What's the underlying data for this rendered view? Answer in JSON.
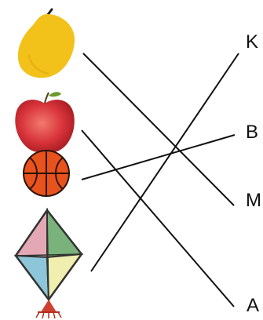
{
  "letters": [
    "K",
    "B",
    "M",
    "A"
  ],
  "pictures": [
    {
      "icon": "mango-icon"
    },
    {
      "icon": "apple-icon"
    },
    {
      "icon": "basketball-icon"
    },
    {
      "icon": "kite-icon"
    }
  ],
  "matches": [
    {
      "picture": "mango-icon",
      "letter": "M"
    },
    {
      "picture": "apple-icon",
      "letter": "A"
    },
    {
      "picture": "basketball-icon",
      "letter": "B"
    },
    {
      "picture": "kite-icon",
      "letter": "K"
    }
  ],
  "colors": {
    "mango": "#f2c21a",
    "apple": "#d8333a",
    "ball": "#e8521c",
    "line": "#111111"
  }
}
